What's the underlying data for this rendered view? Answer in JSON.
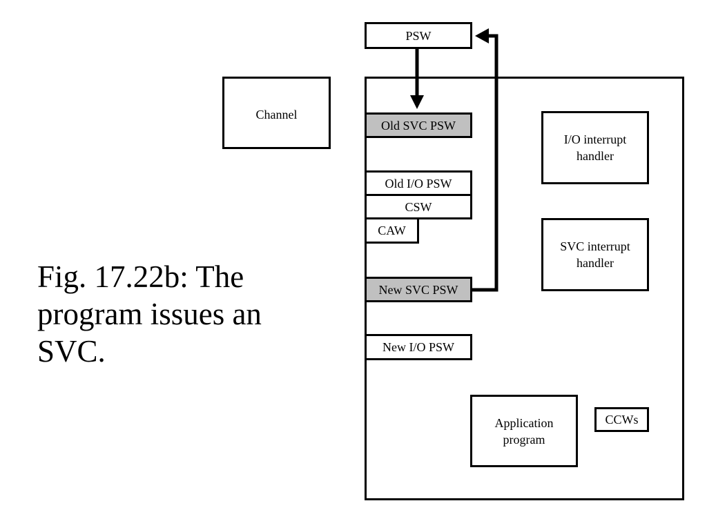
{
  "caption": "Fig. 17.22b: The\nprogram issues an\nSVC.",
  "boxes": {
    "psw": "PSW",
    "channel": "Channel",
    "old_svc_psw": "Old SVC PSW",
    "old_io_psw": "Old I/O PSW",
    "csw": "CSW",
    "caw": "CAW",
    "new_svc_psw": "New SVC PSW",
    "new_io_psw": "New I/O PSW",
    "io_handler": "I/O interrupt\nhandler",
    "svc_handler": "SVC interrupt\nhandler",
    "application": "Application\nprogram",
    "ccws": "CCWs"
  },
  "colors": {
    "shaded_fill": "#c0c0c0",
    "stroke": "#000000"
  }
}
